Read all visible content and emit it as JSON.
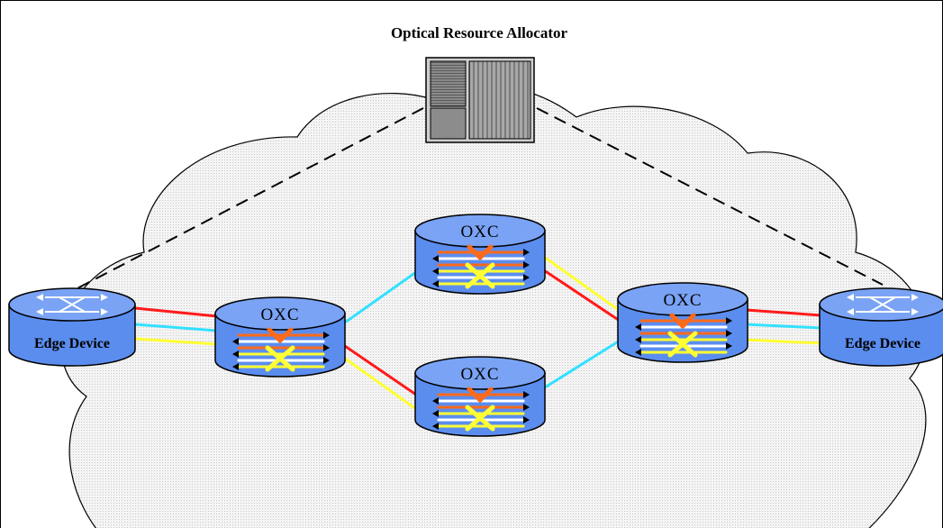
{
  "diagram": {
    "title": "Optical Resource Allocator",
    "oxc_label": "OXC",
    "edge_device_label": "Edge Device",
    "colors": {
      "red": "#ff1a1a",
      "cyan": "#33e0ff",
      "yellow": "#ffff33",
      "orange": "#ff6a1a",
      "device_blue": "#5b8def",
      "cloud_fill": "#eeeeee",
      "server_gray": "#8c8c8c"
    }
  }
}
